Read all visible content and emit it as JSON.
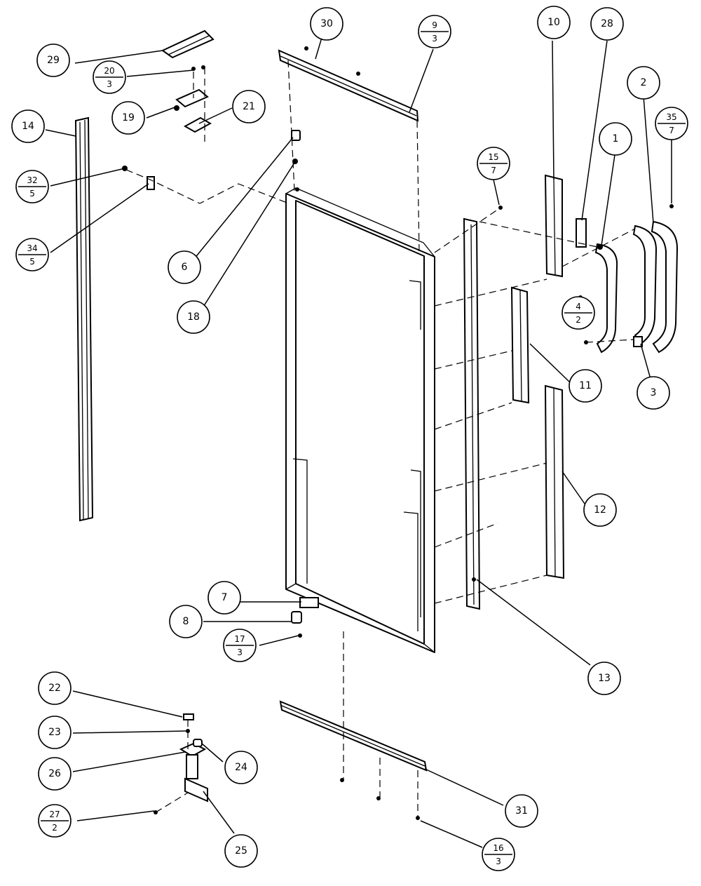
{
  "callouts": [
    {
      "id": "c1",
      "type": "single",
      "label": "1"
    },
    {
      "id": "c2",
      "type": "single",
      "label": "2"
    },
    {
      "id": "c3",
      "type": "single",
      "label": "3"
    },
    {
      "id": "c4",
      "type": "fraction",
      "top": "4",
      "bottom": "2"
    },
    {
      "id": "c6",
      "type": "single",
      "label": "6"
    },
    {
      "id": "c7",
      "type": "single",
      "label": "7"
    },
    {
      "id": "c8",
      "type": "single",
      "label": "8"
    },
    {
      "id": "c9",
      "type": "fraction",
      "top": "9",
      "bottom": "3"
    },
    {
      "id": "c10",
      "type": "single",
      "label": "10"
    },
    {
      "id": "c11",
      "type": "single",
      "label": "11"
    },
    {
      "id": "c12",
      "type": "single",
      "label": "12"
    },
    {
      "id": "c13",
      "type": "single",
      "label": "13"
    },
    {
      "id": "c14",
      "type": "single",
      "label": "14"
    },
    {
      "id": "c15",
      "type": "fraction",
      "top": "15",
      "bottom": "7"
    },
    {
      "id": "c16",
      "type": "fraction",
      "top": "16",
      "bottom": "3"
    },
    {
      "id": "c17",
      "type": "fraction",
      "top": "17",
      "bottom": "3"
    },
    {
      "id": "c18",
      "type": "single",
      "label": "18"
    },
    {
      "id": "c19",
      "type": "single",
      "label": "19"
    },
    {
      "id": "c20",
      "type": "fraction",
      "top": "20",
      "bottom": "3"
    },
    {
      "id": "c21",
      "type": "single",
      "label": "21"
    },
    {
      "id": "c22",
      "type": "single",
      "label": "22"
    },
    {
      "id": "c23",
      "type": "single",
      "label": "23"
    },
    {
      "id": "c24",
      "type": "single",
      "label": "24"
    },
    {
      "id": "c25",
      "type": "single",
      "label": "25"
    },
    {
      "id": "c26",
      "type": "single",
      "label": "26"
    },
    {
      "id": "c27",
      "type": "fraction",
      "top": "27",
      "bottom": "2"
    },
    {
      "id": "c28",
      "type": "single",
      "label": "28"
    },
    {
      "id": "c29",
      "type": "single",
      "label": "29"
    },
    {
      "id": "c30",
      "type": "single",
      "label": "30"
    },
    {
      "id": "c31",
      "type": "single",
      "label": "31"
    },
    {
      "id": "c32",
      "type": "fraction",
      "top": "32",
      "bottom": "5"
    },
    {
      "id": "c34",
      "type": "fraction",
      "top": "34",
      "bottom": "5"
    },
    {
      "id": "c35",
      "type": "fraction",
      "top": "35",
      "bottom": "7"
    }
  ]
}
